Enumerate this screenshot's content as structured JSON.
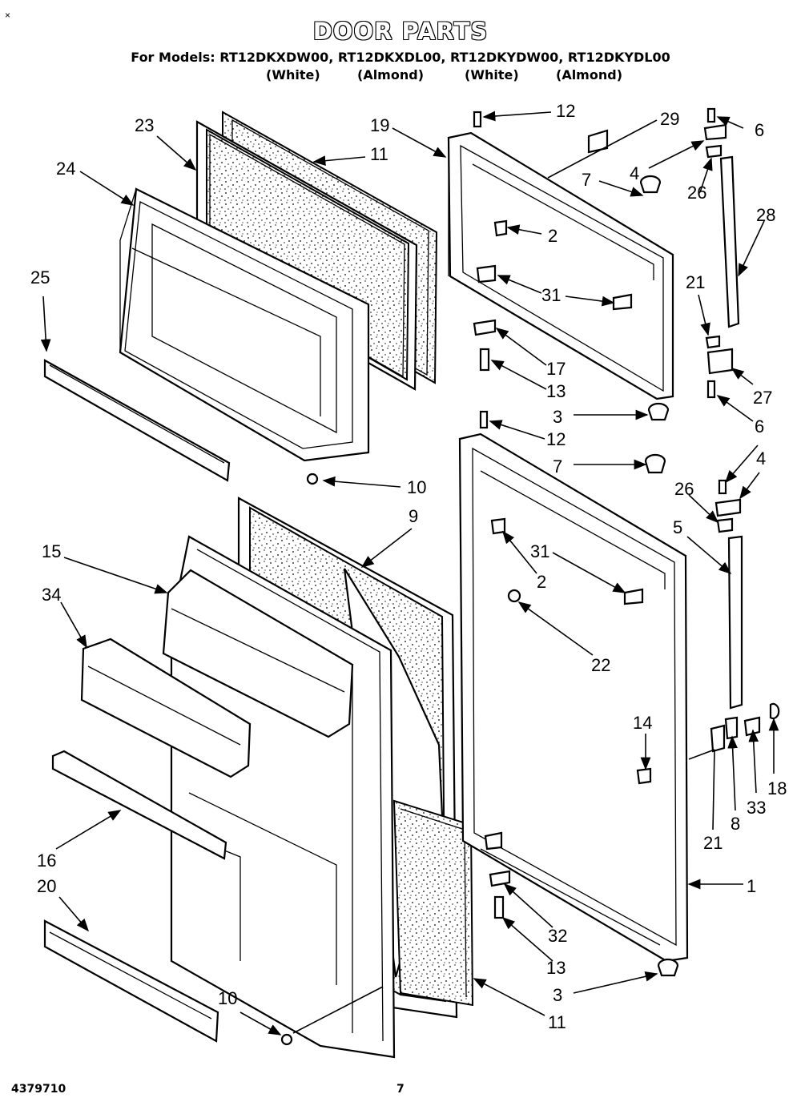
{
  "header": {
    "title": "DOOR PARTS",
    "models_line": "For Models: RT12DKXDW00, RT12DKXDL00, RT12DKYDW00, RT12DKYDL00",
    "colors": [
      "(White)",
      "(Almond)",
      "(White)",
      "(Almond)"
    ]
  },
  "corner_mark": "×",
  "footer": {
    "doc_number": "4379710",
    "page_number": "7"
  },
  "callouts": {
    "c23": "23",
    "c11a": "11",
    "c24": "24",
    "c25": "25",
    "c10a": "10",
    "c19": "19",
    "c12a": "12",
    "c29": "29",
    "c7a": "7",
    "c2a": "2",
    "c31a": "31",
    "c17": "17",
    "c13a": "13",
    "c3a": "3",
    "c6a": "6",
    "c4a": "4",
    "c26a": "26",
    "c28": "28",
    "c21a": "21",
    "c27": "27",
    "c6b": "6",
    "c12b": "12",
    "c7b": "7",
    "c4b": "4",
    "c26b": "26",
    "c5": "5",
    "c9": "9",
    "c15": "15",
    "c34": "34",
    "c31b": "31",
    "c2b": "2",
    "c22": "22",
    "c14": "14",
    "c18": "18",
    "c33": "33",
    "c8": "8",
    "c21b": "21",
    "c16": "16",
    "c20": "20",
    "c1": "1",
    "c32": "32",
    "c13b": "13",
    "c3b": "3",
    "c10b": "10",
    "c11b": "11"
  }
}
